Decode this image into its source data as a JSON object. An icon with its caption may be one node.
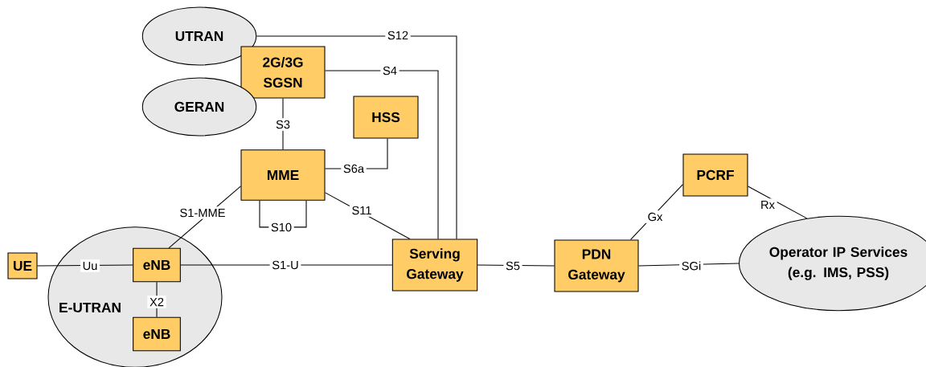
{
  "diagram": {
    "nodes": [
      {
        "text": [
          "UTRAN"
        ]
      },
      {
        "text": [
          "2G/3G SGSN"
        ]
      },
      {
        "text": [
          "GERAN"
        ]
      },
      {
        "text": [
          "HSS"
        ]
      },
      {
        "text": [
          "MME"
        ]
      },
      {
        "text": [
          "PCRF"
        ]
      },
      {
        "text": [
          "E-UTRAN"
        ]
      },
      {
        "text": [
          "UE"
        ]
      },
      {
        "text": [
          "eNB"
        ],
        "in": 6
      },
      {
        "text": [
          "eNB"
        ],
        "in": 6
      },
      {
        "text": [
          "Serving Gateway"
        ]
      },
      {
        "text": [
          "PDN Gateway"
        ]
      },
      {
        "text": [
          "Operator IP Services (e.g. IMS, PSS)"
        ]
      }
    ],
    "edges": [
      {
        "from": 0,
        "to": 10,
        "arrow": "none",
        "label": "S12"
      },
      {
        "from": 1,
        "to": 10,
        "arrow": "none",
        "label": "S4"
      },
      {
        "from": 1,
        "to": 4,
        "arrow": "none",
        "label": "S3"
      },
      {
        "from": 4,
        "to": 3,
        "arrow": "none",
        "label": "S6a"
      },
      {
        "from": 4,
        "to": 4,
        "arrow": "none",
        "label": "S10"
      },
      {
        "from": 8,
        "to": 4,
        "arrow": "none",
        "label": "S1-MME"
      },
      {
        "from": 4,
        "to": 10,
        "arrow": "none",
        "label": "S11"
      },
      {
        "from": 7,
        "to": 8,
        "arrow": "none",
        "label": "Uu"
      },
      {
        "from": 8,
        "to": 9,
        "arrow": "none",
        "label": "X2"
      },
      {
        "from": 8,
        "to": 10,
        "arrow": "none",
        "label": "S1-U"
      },
      {
        "from": 10,
        "to": 11,
        "arrow": "none",
        "label": "S5"
      },
      {
        "from": 11,
        "to": 5,
        "arrow": "none",
        "label": "Gx"
      },
      {
        "from": 5,
        "to": 12,
        "arrow": "none",
        "label": "Rx"
      },
      {
        "from": 11,
        "to": 12,
        "arrow": "none",
        "label": "SGi"
      }
    ]
  }
}
